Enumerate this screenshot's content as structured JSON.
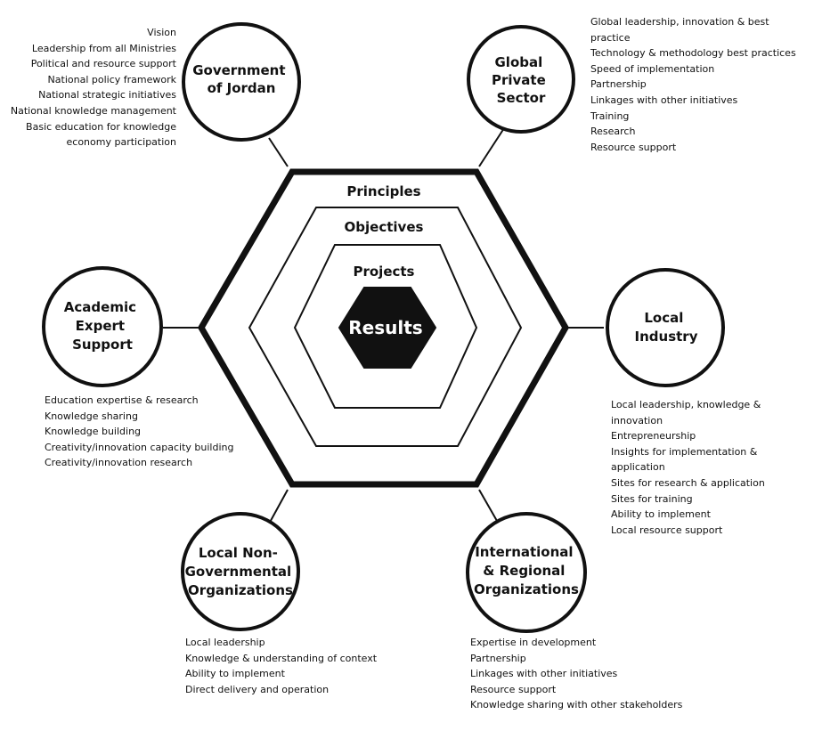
{
  "colors": {
    "ink": "#111111",
    "paper": "#ffffff"
  },
  "rings": {
    "principles": "Principles",
    "objectives": "Objectives",
    "projects": "Projects",
    "results": "Results"
  },
  "nodes": {
    "government": {
      "title": [
        "Government",
        "of Jordan"
      ],
      "items": [
        "Vision",
        "Leadership from all Ministries",
        "Political and resource support",
        "National policy framework",
        "National strategic initiatives",
        "National knowledge management",
        "Basic education for knowledge",
        "economy participation"
      ]
    },
    "global_private": {
      "title": [
        "Global",
        "Private",
        "Sector"
      ],
      "items": [
        "Global leadership, innovation & best",
        "practice",
        "Technology & methodology best practices",
        "Speed of implementation",
        "Partnership",
        "Linkages with other initiatives",
        "Training",
        "Research",
        "Resource support"
      ]
    },
    "academic": {
      "title": [
        "Academic",
        "Expert",
        "Support"
      ],
      "items": [
        "Education expertise & research",
        "Knowledge sharing",
        "Knowledge building",
        "Creativity/innovation capacity building",
        "Creativity/innovation research"
      ]
    },
    "local_industry": {
      "title": [
        "Local",
        "Industry"
      ],
      "items": [
        "Local leadership, knowledge & innovation",
        "Entrepreneurship",
        "Insights for implementation & application",
        "Sites for research & application",
        "Sites for training",
        "Ability to implement",
        "Local resource support"
      ]
    },
    "local_ngo": {
      "title": [
        "Local Non-",
        "Governmental",
        "Organizations"
      ],
      "items": [
        "Local leadership",
        "Knowledge & understanding of context",
        "Ability to implement",
        "Direct delivery and operation"
      ]
    },
    "international": {
      "title": [
        "International",
        "& Regional",
        "Organizations"
      ],
      "items": [
        "Expertise in development",
        "Partnership",
        "Linkages with other initiatives",
        "Resource support",
        "Knowledge sharing with other stakeholders"
      ]
    }
  }
}
